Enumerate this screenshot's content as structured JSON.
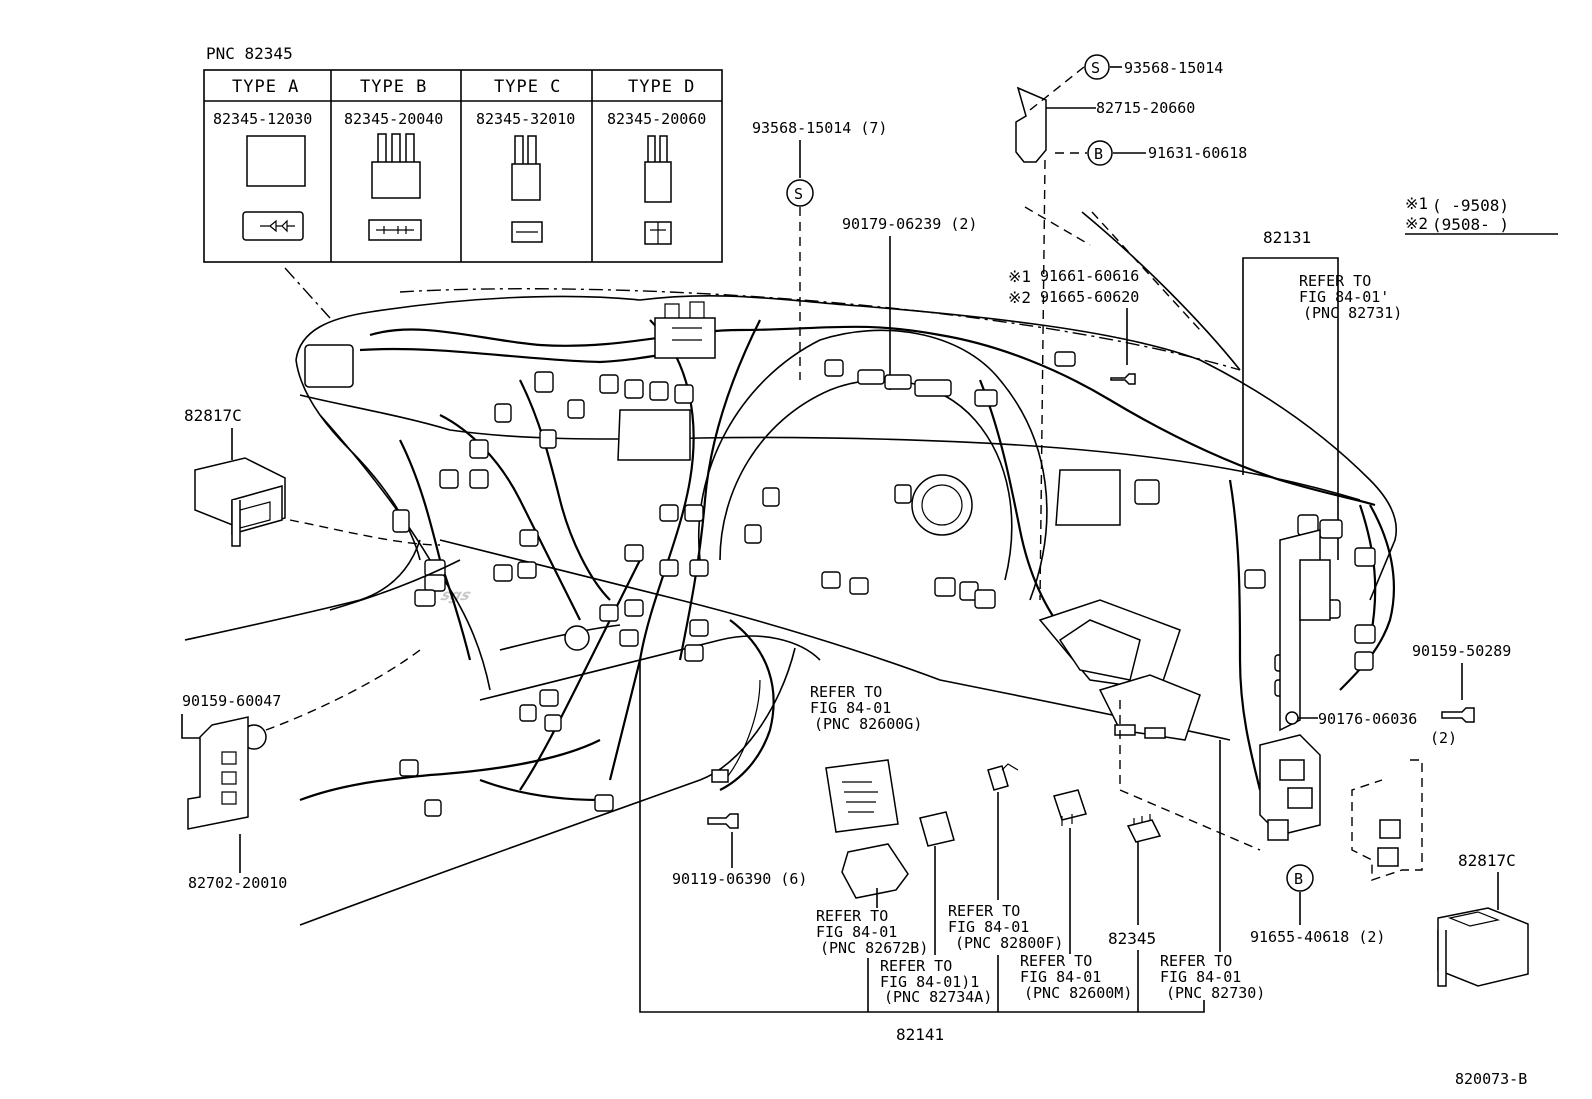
{
  "pnc_header": "PNC 82345",
  "type_table": [
    {
      "type": "TYPE A",
      "part": "82345-12030"
    },
    {
      "type": "TYPE B",
      "part": "82345-20040"
    },
    {
      "type": "TYPE C",
      "part": "82345-32010"
    },
    {
      "type": "TYPE D",
      "part": "82345-20060"
    }
  ],
  "bolt_stack": {
    "s_symbol": "S",
    "s_part": "93568-15014",
    "bracket_part": "82715-20660",
    "b_symbol": "B",
    "b_part": "91631-60618"
  },
  "screw_label": "93568-15014 (7)",
  "screw_symbol": "S",
  "clip_label": "90179-06239 (2)",
  "variant_bolt": {
    "mark1": "※1",
    "part1": "91661-60616",
    "mark2": "※2",
    "part2": "91665-60620"
  },
  "legend": {
    "mark1": "※1",
    "range1": "(      -9508)",
    "mark2": "※2",
    "range2": "(9508-      )"
  },
  "harness_82131": "82131",
  "refer_82731": [
    "REFER TO",
    "FIG 84-01'",
    "(PNC 82731)"
  ],
  "left_relay": "82817C",
  "right_relay": "82817C",
  "bolt_left": "90159-60047",
  "bracket_left": "82702-20010",
  "bolt_right": "90159-50289",
  "bolt_right2": [
    "90176-06036",
    "(2)"
  ],
  "refer_82600g": [
    "REFER TO",
    "FIG 84-01",
    "(PNC 82600G)"
  ],
  "bolt_bottom": "90119-06390 (6)",
  "refer_82672b": [
    "REFER TO",
    "FIG 84-01",
    "(PNC 82672B)"
  ],
  "refer_82734a": [
    "REFER TO",
    "FIG 84-01)1",
    "(PNC 82734A)"
  ],
  "refer_82800f": [
    "REFER TO",
    "FIG 84-01",
    "(PNC 82800F)"
  ],
  "refer_82600m": [
    "REFER TO",
    "FIG 84-01",
    "(PNC 82600M)"
  ],
  "relay_82345": "82345",
  "refer_82730": [
    "REFER TO",
    "FIG 84-01",
    "(PNC 82730)"
  ],
  "b_symbol_bottom": "B",
  "bolt_b_bottom": "91655-40618 (2)",
  "harness_82141": "82141",
  "figure_code": "820073-B",
  "watermark": "sgs"
}
